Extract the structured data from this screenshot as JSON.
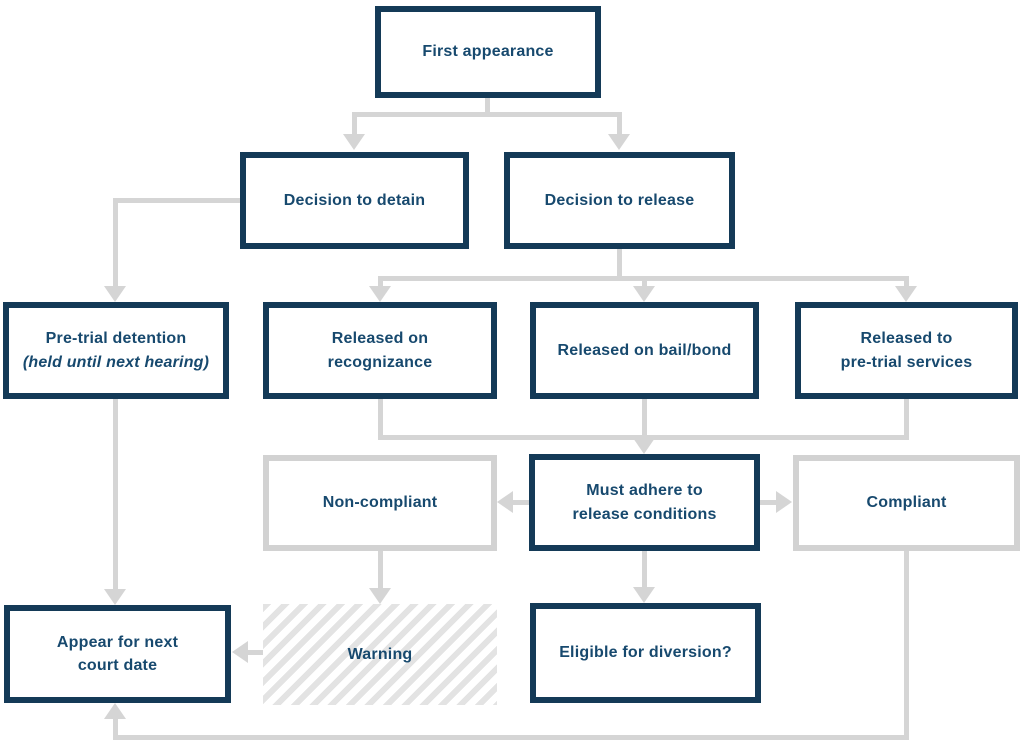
{
  "diagram": {
    "type": "flowchart",
    "colors": {
      "box_border_navy": "#143a57",
      "box_border_gray": "#d2d2d2",
      "text_navy": "#17496e",
      "connector_gray": "#d5d5d5",
      "hatch_gray": "#e3e3e3",
      "background": "#ffffff"
    },
    "nodes": [
      {
        "id": "first-appearance",
        "label": "First appearance",
        "style": "navy"
      },
      {
        "id": "decision-detain",
        "label": "Decision to detain",
        "style": "navy"
      },
      {
        "id": "decision-release",
        "label": "Decision to release",
        "style": "navy"
      },
      {
        "id": "pretrial-detention",
        "label": "Pre-trial detention",
        "sublabel": "(held until next hearing)",
        "style": "navy"
      },
      {
        "id": "released-recognizance",
        "label": "Released on\nrecognizance",
        "style": "navy"
      },
      {
        "id": "released-bailbond",
        "label": "Released on bail/bond",
        "style": "navy"
      },
      {
        "id": "released-services",
        "label": "Released to\npre-trial services",
        "style": "navy"
      },
      {
        "id": "non-compliant",
        "label": "Non-compliant",
        "style": "gray"
      },
      {
        "id": "must-adhere",
        "label": "Must adhere to\nrelease conditions",
        "style": "navy"
      },
      {
        "id": "compliant",
        "label": "Compliant",
        "style": "gray"
      },
      {
        "id": "appear-court",
        "label": "Appear for next\ncourt date",
        "style": "navy"
      },
      {
        "id": "warning",
        "label": "Warning",
        "style": "hatched"
      },
      {
        "id": "eligible-diversion",
        "label": "Eligible for diversion?",
        "style": "navy"
      }
    ],
    "edges": [
      {
        "from": "first-appearance",
        "to": "decision-detain"
      },
      {
        "from": "first-appearance",
        "to": "decision-release"
      },
      {
        "from": "decision-detain",
        "to": "pretrial-detention"
      },
      {
        "from": "decision-release",
        "to": "released-recognizance"
      },
      {
        "from": "decision-release",
        "to": "released-bailbond"
      },
      {
        "from": "decision-release",
        "to": "released-services"
      },
      {
        "from": "released-recognizance",
        "to": "must-adhere"
      },
      {
        "from": "released-bailbond",
        "to": "must-adhere"
      },
      {
        "from": "released-services",
        "to": "must-adhere"
      },
      {
        "from": "must-adhere",
        "to": "non-compliant"
      },
      {
        "from": "must-adhere",
        "to": "compliant"
      },
      {
        "from": "must-adhere",
        "to": "eligible-diversion"
      },
      {
        "from": "non-compliant",
        "to": "warning"
      },
      {
        "from": "warning",
        "to": "appear-court"
      },
      {
        "from": "pretrial-detention",
        "to": "appear-court"
      },
      {
        "from": "compliant",
        "to": "appear-court"
      }
    ]
  }
}
